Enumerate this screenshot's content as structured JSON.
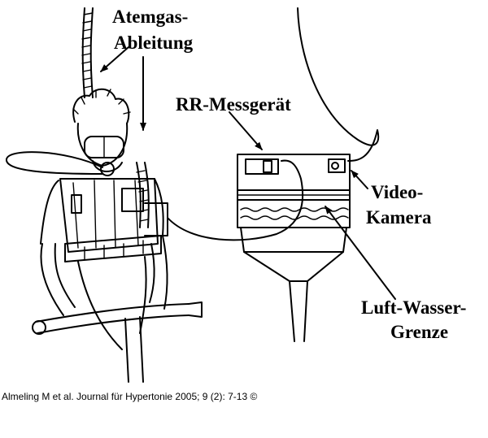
{
  "labels": {
    "atemgas_line1": "Atemgas-",
    "atemgas_line2": "Ableitung",
    "rr": "RR-Messgerät",
    "video_line1": "Video-",
    "video_line2": "Kamera",
    "luft_line1": "Luft-Wasser-",
    "luft_line2": "Grenze"
  },
  "caption": "Almeling M et al. Journal für Hypertonie 2005; 9 (2): 7-13 ©"
}
